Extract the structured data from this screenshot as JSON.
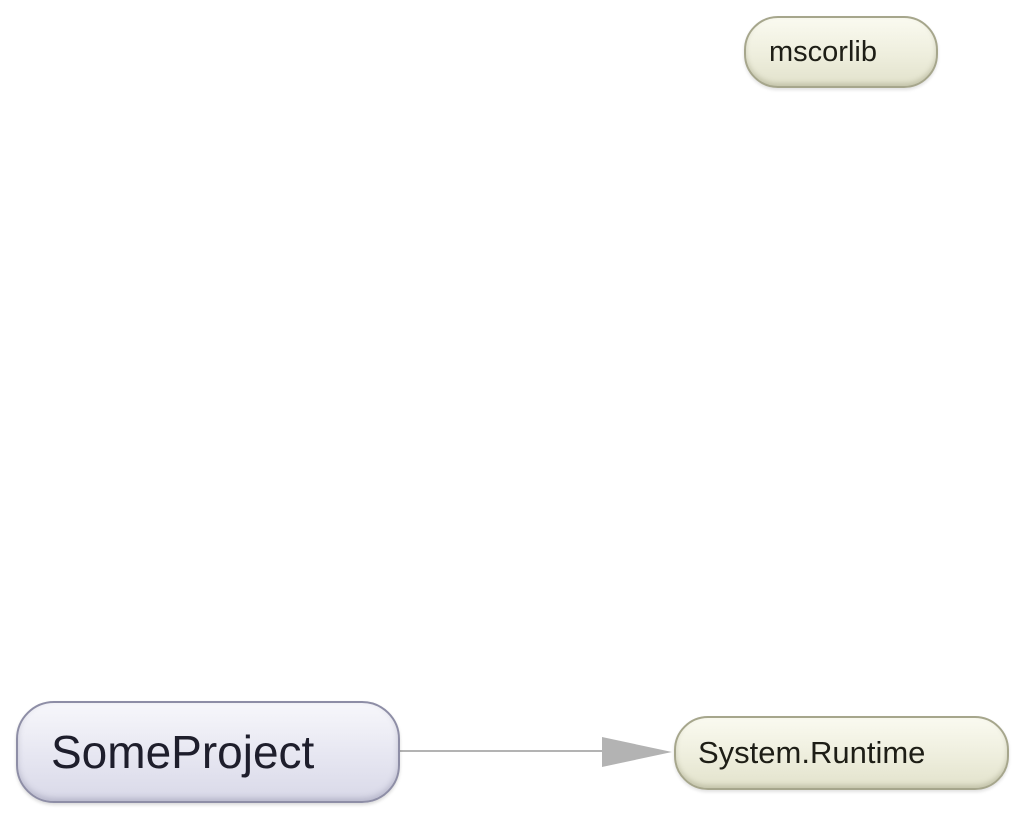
{
  "diagram": {
    "nodes": [
      {
        "id": "someproject",
        "label": "SomeProject",
        "kind": "project"
      },
      {
        "id": "mscorlib",
        "label": "mscorlib",
        "kind": "assembly"
      },
      {
        "id": "system_runtime",
        "label": "System.Runtime",
        "kind": "assembly"
      }
    ],
    "edges": [
      {
        "from": "someproject",
        "to": "system_runtime"
      }
    ],
    "colors": {
      "project_fill": "#e6e6f1",
      "project_border": "#8e8ea6",
      "assembly_fill": "#eeeedd",
      "assembly_border": "#a6a68c",
      "edge": "#b3b3b3"
    }
  }
}
